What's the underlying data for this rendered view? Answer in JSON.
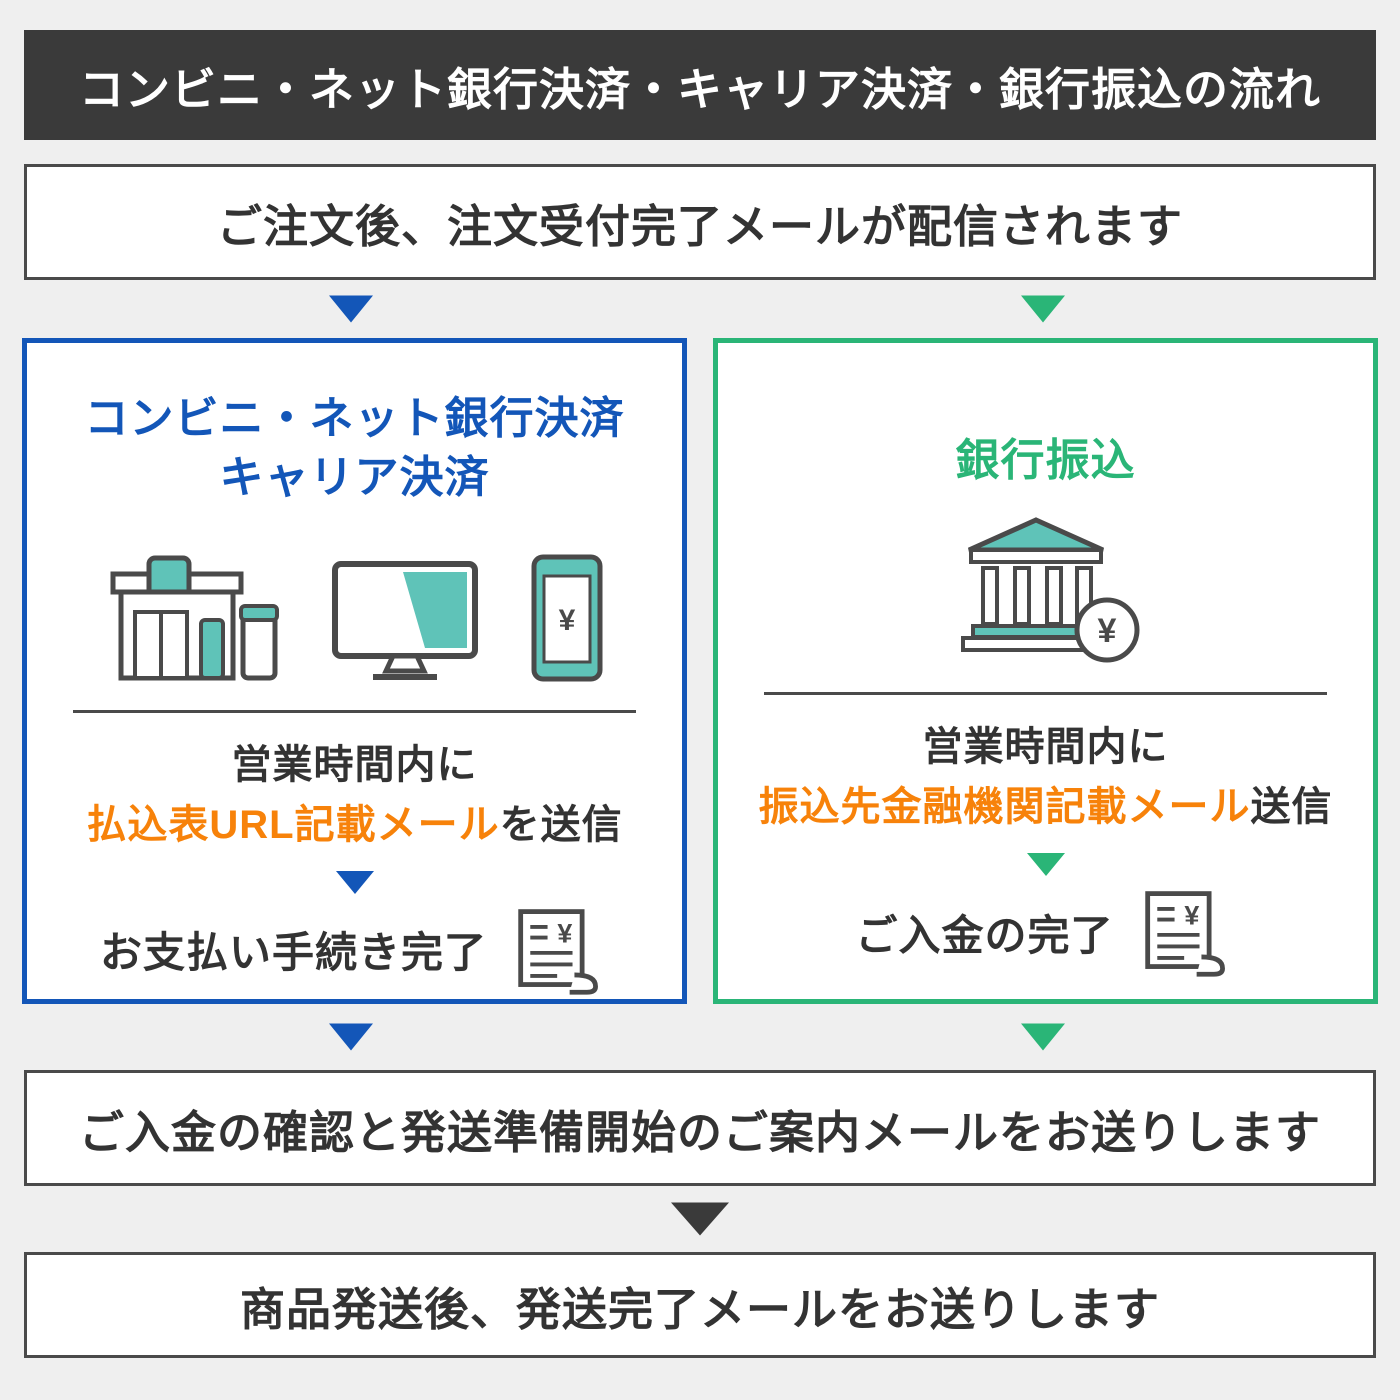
{
  "header": {
    "title": "コンビニ・ネット銀行決済・キャリア決済・銀行振込の流れ"
  },
  "steps": {
    "order_mail": "ご注文後、注文受付完了メールが配信されます",
    "confirm_mail": "ご入金の確認と発送準備開始のご案内メールをお送りします",
    "shipping_mail": "商品発送後、発送完了メールをお送りします"
  },
  "left_panel": {
    "title_line1": "コンビニ・ネット銀行決済",
    "title_line2": "キャリア決済",
    "notice_line1": "営業時間内に",
    "notice_highlight": "払込表URL記載メール",
    "notice_suffix": "を送信",
    "done_label": "お支払い手続き完了"
  },
  "right_panel": {
    "title": "銀行振込",
    "notice_line1": "営業時間内に",
    "notice_highlight": "振込先金融機関記載メール",
    "notice_suffix": "送信",
    "done_label": "ご入金の完了"
  },
  "icons": {
    "yen_symbol": "¥",
    "store": "convenience-store-icon",
    "computer": "computer-icon",
    "smartphone": "smartphone-icon",
    "bank": "bank-icon",
    "receipt": "receipt-icon"
  },
  "colors": {
    "header_bg": "#3a3a3a",
    "blue": "#1356b8",
    "green": "#2ab577",
    "orange": "#f7820a",
    "teal": "#5fc3b8",
    "background": "#efefef"
  }
}
